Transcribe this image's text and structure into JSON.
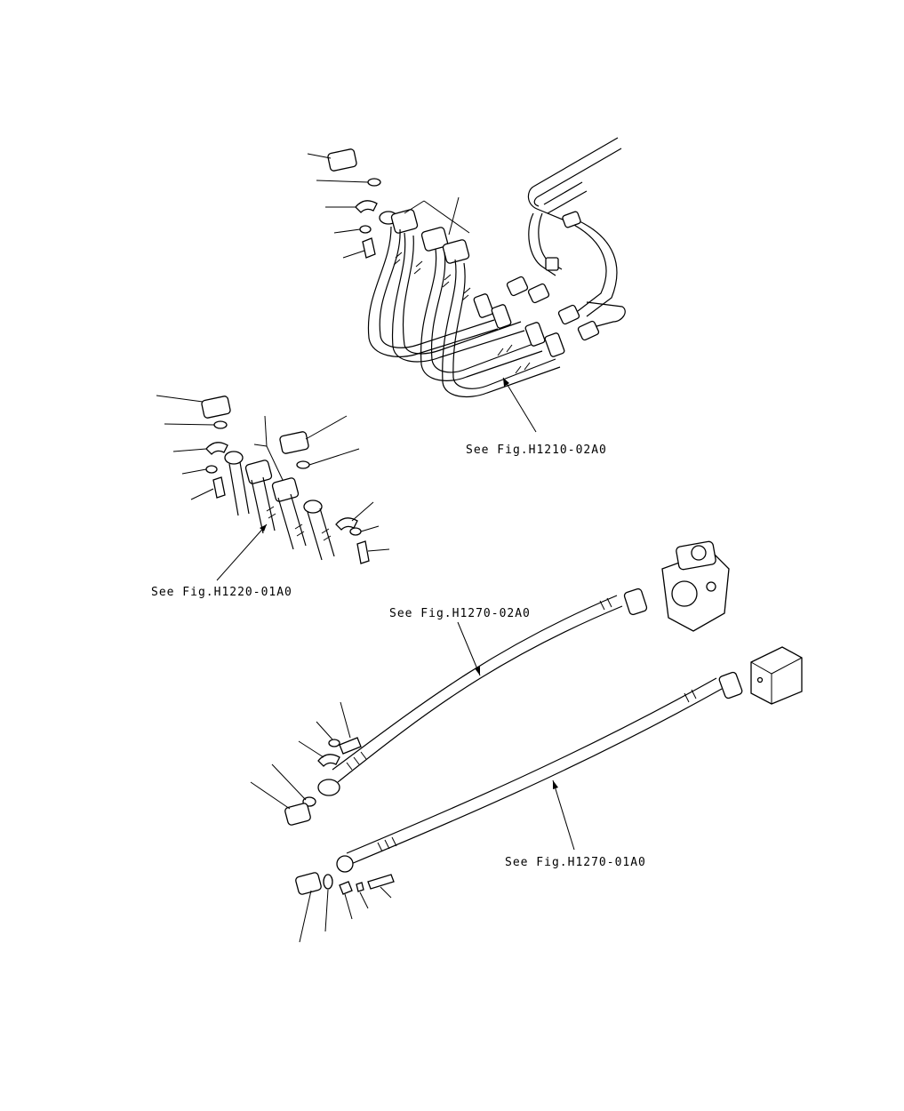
{
  "references": {
    "upper": "See Fig.H1210-02A0",
    "middle": "See Fig.H1220-01A0",
    "long_upper": "See Fig.H1270-02A0",
    "long_lower": "See Fig.H1270-01A0"
  }
}
